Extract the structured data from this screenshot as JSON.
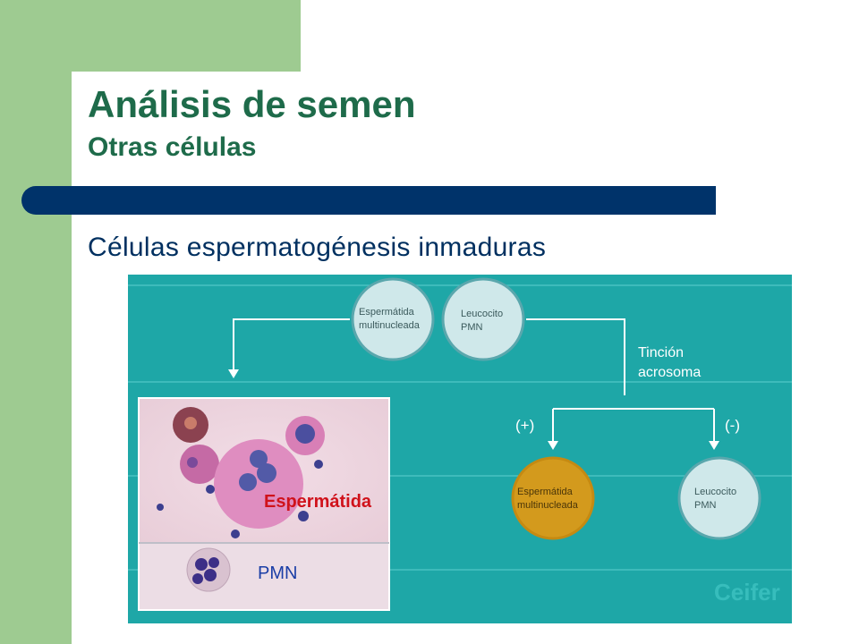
{
  "slide": {
    "title": "Análisis de semen",
    "subtitle": "Otras células",
    "body": "Células espermatogénesis inmaduras"
  },
  "figure": {
    "top_node_1": [
      "Espermátida",
      "multinucleada"
    ],
    "top_node_2": [
      "Leucocito",
      "PMN"
    ],
    "stain_label": [
      "Tinción",
      "acrosoma"
    ],
    "positive_label": "(+)",
    "negative_label": "(-)",
    "result_positive": [
      "Espermátida",
      "multinucleada"
    ],
    "result_negative": [
      "Leucocito",
      "PMN"
    ],
    "micrograph_label_1": "Espermátida",
    "micrograph_label_2": "PMN",
    "watermark": "Ceifer"
  },
  "colors": {
    "green_accent": "#9ecb91",
    "navy_bar": "#00336a",
    "title_green": "#1e6b4a",
    "body_blue": "#003060",
    "teal_panel": "#1ea7a7",
    "node_light": "#cfe8ea",
    "node_gold": "#d39a1d",
    "micro_label_red": "#d0121b",
    "micro_label_blue": "#1b3ea6"
  }
}
